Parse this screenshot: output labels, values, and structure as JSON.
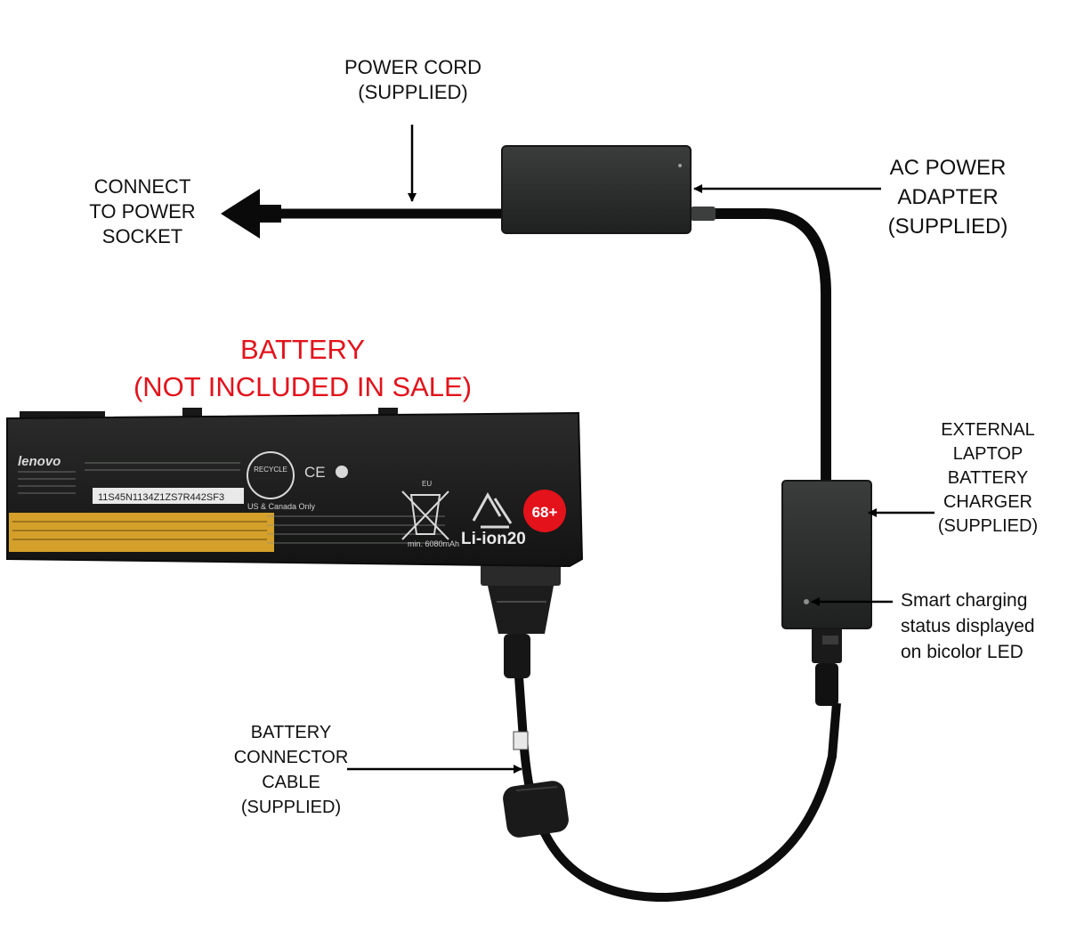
{
  "labels": {
    "power_cord": [
      "POWER CORD",
      "(SUPPLIED)"
    ],
    "connect_socket": [
      "CONNECT",
      "TO POWER",
      "SOCKET"
    ],
    "ac_adapter": [
      "AC POWER",
      "ADAPTER",
      "(SUPPLIED)"
    ],
    "battery": [
      "BATTERY",
      "(NOT INCLUDED IN SALE)"
    ],
    "external_charger": [
      "EXTERNAL",
      "LAPTOP",
      "BATTERY",
      "CHARGER",
      "(SUPPLIED)"
    ],
    "led_status": [
      "Smart charging",
      "status displayed",
      "on bicolor LED"
    ],
    "connector_cable": [
      "BATTERY",
      "CONNECTOR",
      "CABLE",
      "(SUPPLIED)"
    ]
  },
  "battery": {
    "brand": "lenovo",
    "chemistry": "Li-ion20",
    "badge": "68+",
    "capacity": "min. 6080mAh",
    "barcode": "11S45N1134Z1ZS7R442SF3",
    "region": "US & Canada Only",
    "recycle": "RECYCLE",
    "eu": "EU"
  },
  "colors": {
    "label_red": "#e3121b",
    "cable": "#0a0a0a",
    "device": "#2b2d2b"
  }
}
